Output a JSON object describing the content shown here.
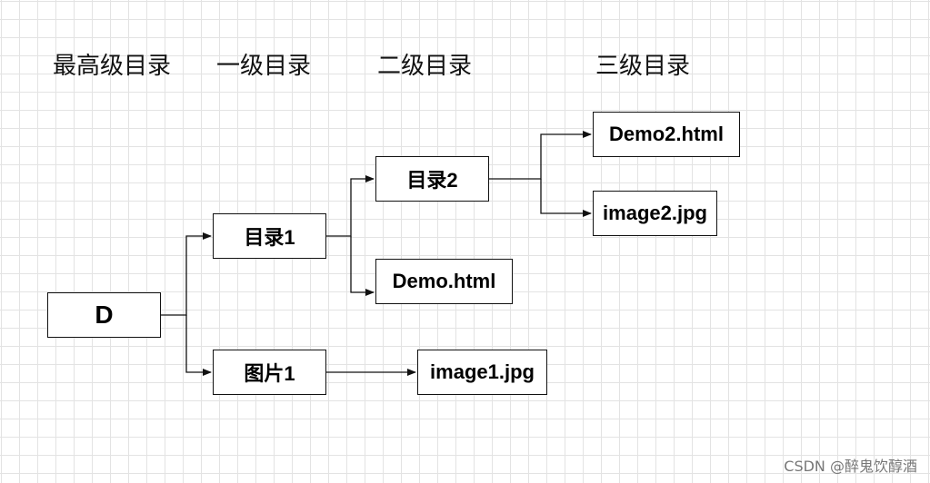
{
  "headings": {
    "level_top": "最高级目录",
    "level_1": "一级目录",
    "level_2": "二级目录",
    "level_3": "三级目录"
  },
  "nodes": {
    "root": "D",
    "dir1": "目录1",
    "pic1": "图片1",
    "dir2": "目录2",
    "demo": "Demo.html",
    "image1": "image1.jpg",
    "demo2": "Demo2.html",
    "image2": "image2.jpg"
  },
  "watermark": "CSDN @醉鬼饮醇酒"
}
